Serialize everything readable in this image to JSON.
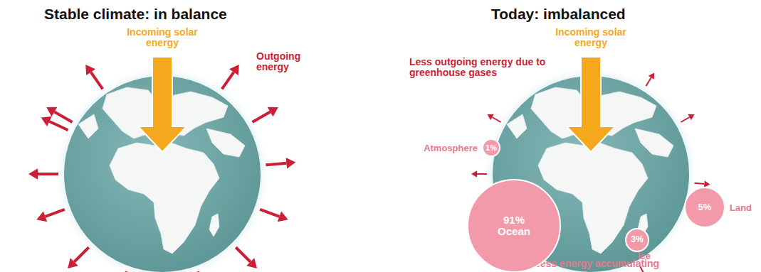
{
  "diagram": {
    "nodes": [
      {
        "text": [
          "Atmosphere",
          "1%"
        ]
      },
      {
        "text": [
          "91% Ocean"
        ]
      },
      {
        "text": [
          "5%",
          "Land"
        ]
      },
      {
        "text": [
          "3%",
          "Ice"
        ]
      }
    ],
    "labels": [
      "Stable climate: in balance",
      "Today: imbalanced",
      "Incoming solar energy",
      "Outgoing energy",
      "Incoming solar energy",
      "Less outgoing energy due to greenhouse gases",
      "Excess energy accumulating"
    ]
  }
}
